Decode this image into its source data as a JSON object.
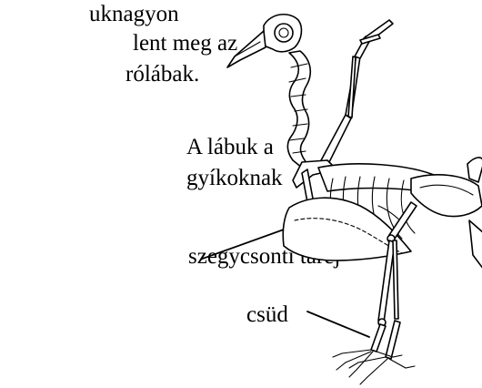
{
  "text": {
    "line1_part": "uk",
    "line1_end": "nagyon",
    "line2": "lent meg az",
    "line3": "rólábak.",
    "line4": "A lábuk a",
    "line5": "gyíkoknak"
  },
  "labels": {
    "keel": "szegycsonti taréj",
    "tarsus": "csüd"
  },
  "figure": {
    "icon": "bird-skeleton-illustration"
  }
}
